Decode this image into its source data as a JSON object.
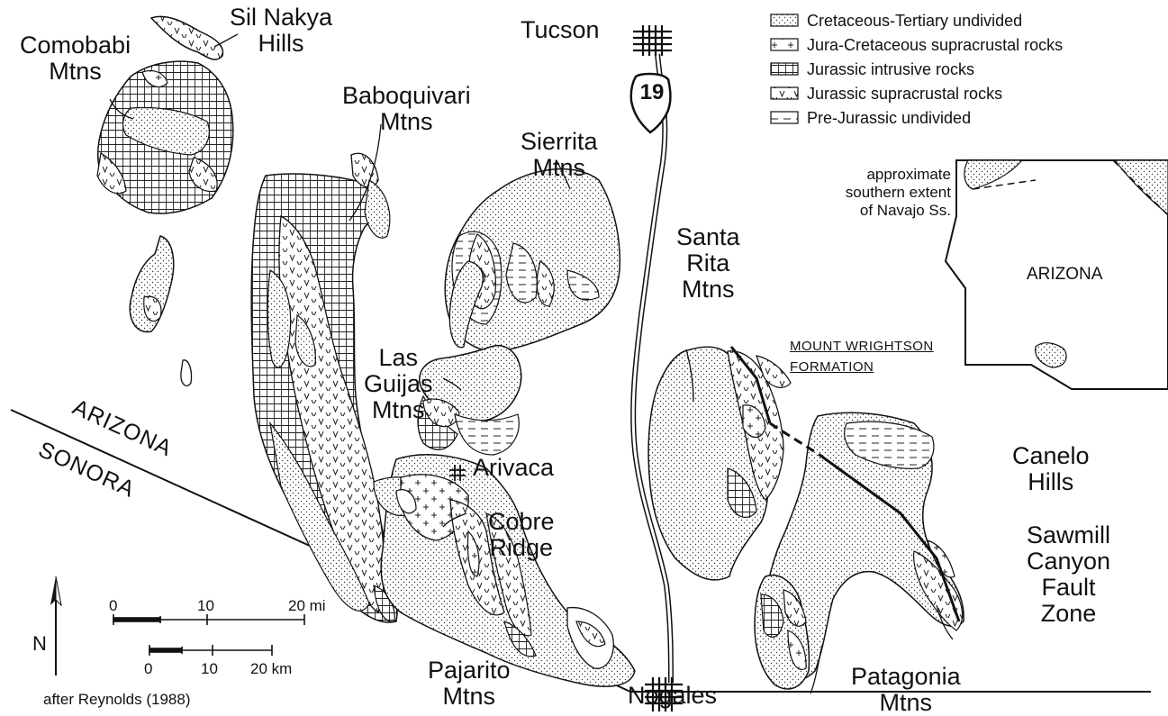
{
  "legend": [
    {
      "pattern": "dots",
      "label": "Cretaceous-Tertiary undivided"
    },
    {
      "pattern": "plus",
      "label": "Jura-Cretaceous supracrustal rocks"
    },
    {
      "pattern": "grid",
      "label": "Jurassic intrusive rocks"
    },
    {
      "pattern": "vee",
      "label": "Jurassic supracrustal rocks"
    },
    {
      "pattern": "dash",
      "label": "Pre-Jurassic undivided"
    }
  ],
  "places": {
    "sil_nakya": "Sil Nakya\nHills",
    "comobabi": "Comobabi\nMtns",
    "tucson": "Tucson",
    "baboquivari": "Baboquivari\nMtns",
    "sierrita": "Sierrita\nMtns",
    "santa_rita": "Santa\nRita\nMtns",
    "las_guijas": "Las\nGuijas\nMtns",
    "arivaca": "Arivaca",
    "cobre": "Cobre\nRidge",
    "canelo": "Canelo\nHills",
    "sawmill": "Sawmill\nCanyon\nFault\nZone",
    "pajarito": "Pajarito\nMtns",
    "nogales": "Nogales",
    "patagonia": "Patagonia\nMtns"
  },
  "highway": "19",
  "formation": {
    "line1": "Mount Wrightson",
    "line2": "Formation"
  },
  "border": {
    "north": "ARIZONA",
    "south": "SONORA"
  },
  "inset": {
    "state": "ARIZONA",
    "note": "approximate\nsouthern extent\nof Navajo Ss."
  },
  "scale": {
    "mi": [
      "0",
      "10",
      "20 mi"
    ],
    "km": [
      "0",
      "10",
      "20 km"
    ]
  },
  "north": "N",
  "credit": "after Reynolds (1988)"
}
